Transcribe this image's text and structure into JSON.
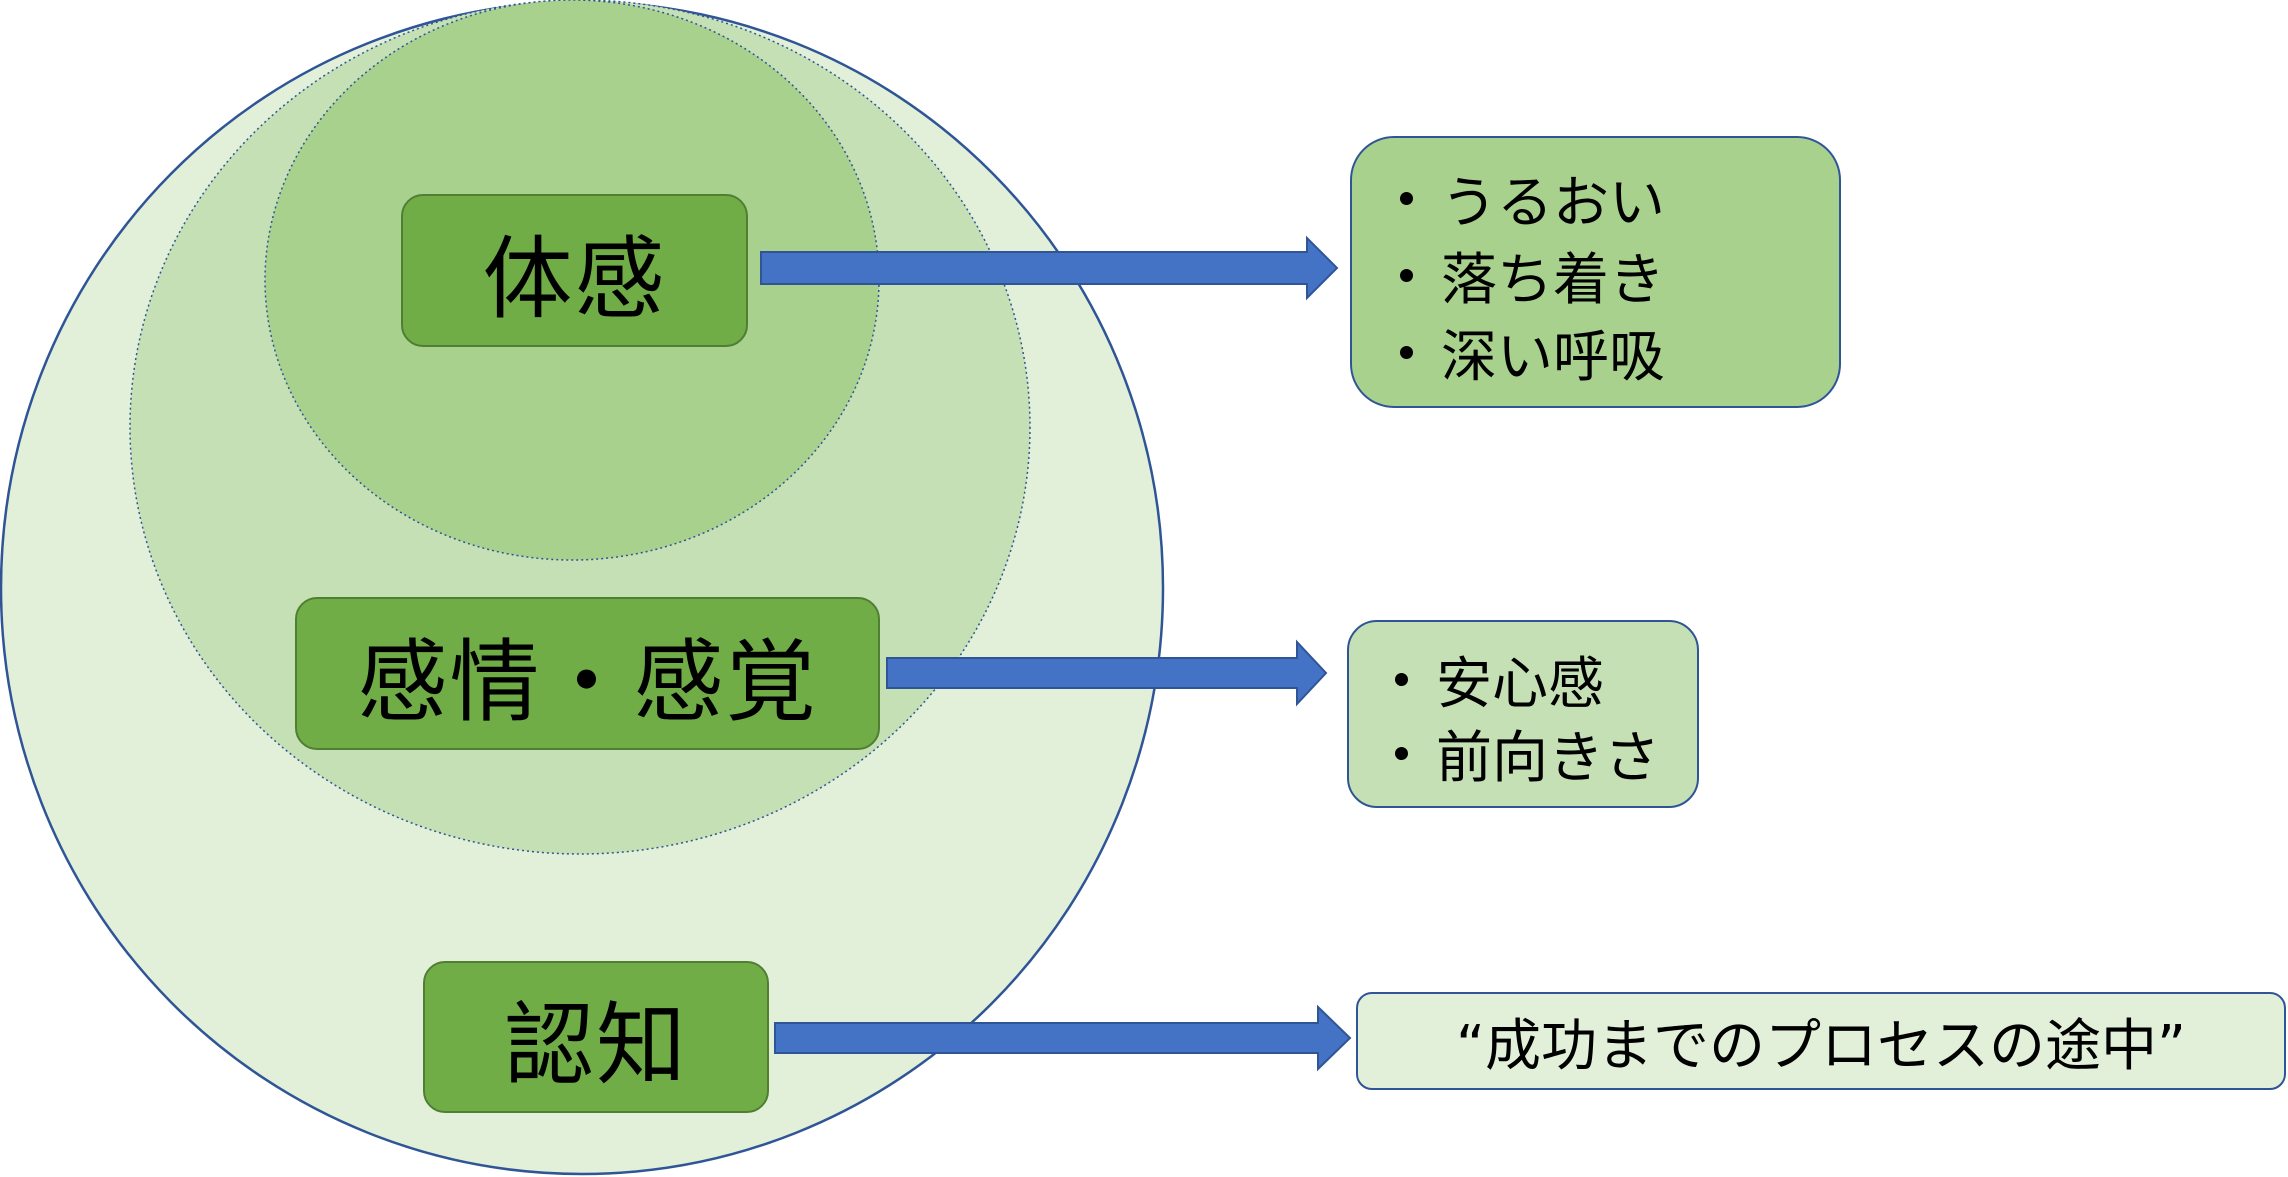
{
  "levels": [
    {
      "label": "体感",
      "details": [
        "うるおい",
        "落ち着き",
        "深い呼吸"
      ]
    },
    {
      "label": "感情・感覚",
      "details": [
        "安心感",
        "前向きさ"
      ]
    },
    {
      "label": "認知",
      "quote": "“成功までのプロセスの途中”"
    }
  ],
  "colors": {
    "outer_circle": "#e2f0d9",
    "middle_circle": "#c5e0b4",
    "inner_circle": "#a9d18e",
    "label_fill": "#70ad47",
    "label_border": "#507e32",
    "arrow": "#4472c4",
    "outline": "#2f5597"
  }
}
